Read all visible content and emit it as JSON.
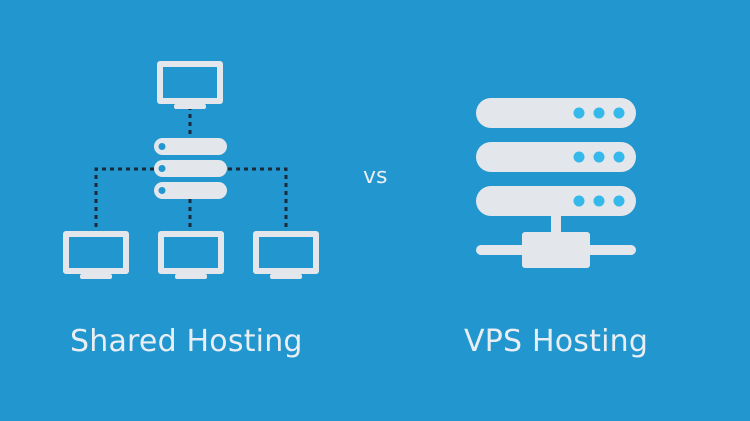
{
  "colors": {
    "background": "#2196cf",
    "device": "#e3e6ea",
    "accent": "#35b8ea",
    "connector": "#1b2a38"
  },
  "left": {
    "icons": [
      "monitor-icon",
      "server-stack-icon",
      "monitor-icon",
      "monitor-icon",
      "monitor-icon"
    ],
    "caption": "Shared Hosting"
  },
  "middle": {
    "caption": "vs"
  },
  "right": {
    "icons": [
      "server-rack-icon",
      "network-connector-icon"
    ],
    "caption": "VPS Hosting"
  }
}
